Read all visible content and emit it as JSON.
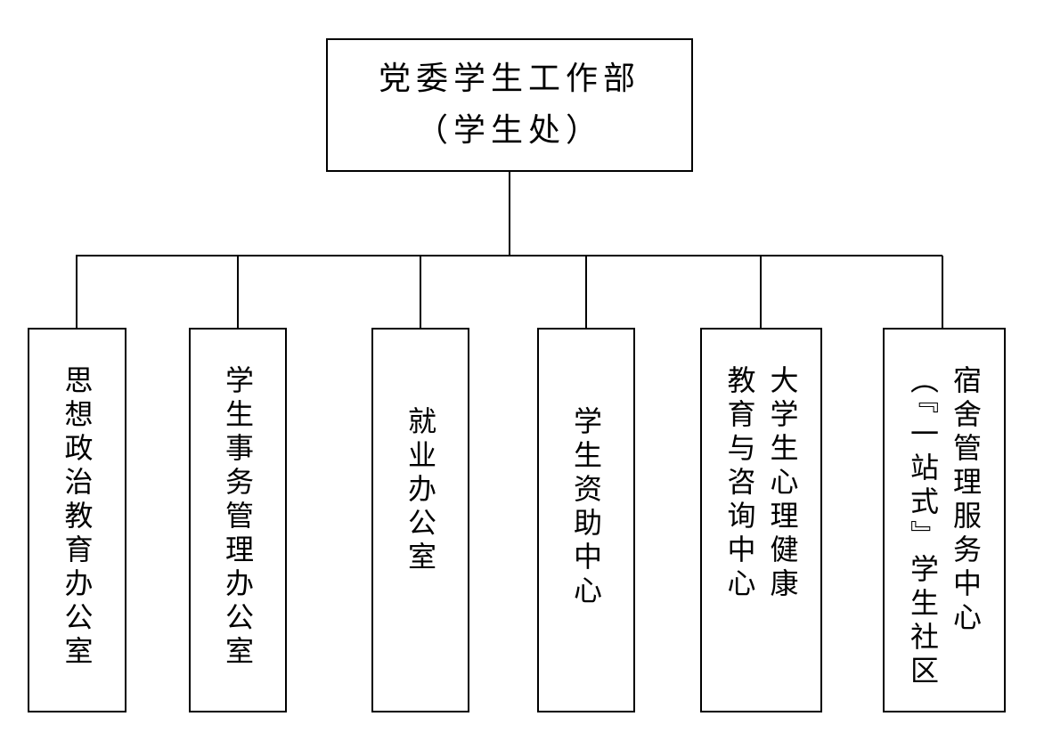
{
  "root": {
    "line1": "党委学生工作部",
    "line2": "（学生处）"
  },
  "children": [
    {
      "lines": [
        "思想政治教育办公室"
      ]
    },
    {
      "lines": [
        "学生事务管理办公室"
      ]
    },
    {
      "lines": [
        "就业办公室"
      ]
    },
    {
      "lines": [
        "学生资助中心"
      ]
    },
    {
      "lines": [
        "大学生心理健康",
        "教育与咨询中心"
      ]
    },
    {
      "lines": [
        "宿舍管理服务中心",
        "（『一站式』学生社区"
      ]
    }
  ]
}
